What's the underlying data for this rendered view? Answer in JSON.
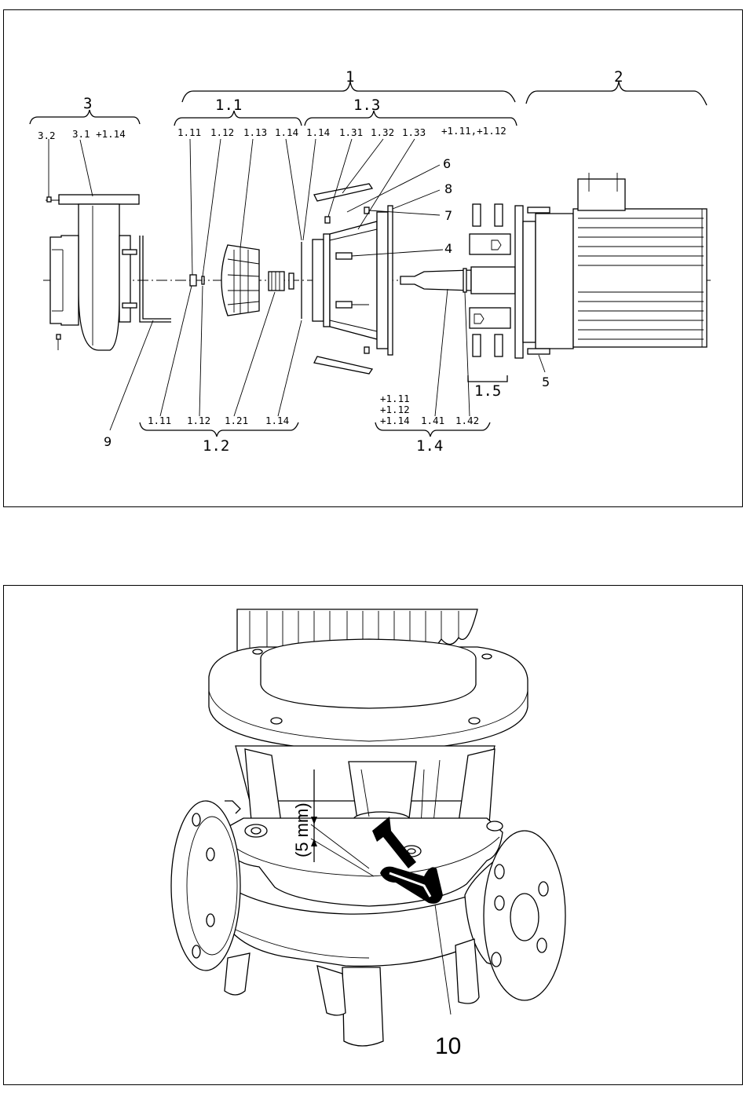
{
  "top_diagram": {
    "groups": [
      {
        "id": "g1",
        "label": "1"
      },
      {
        "id": "g2",
        "label": "2"
      },
      {
        "id": "g3",
        "label": "3"
      },
      {
        "id": "g11",
        "label": "1.1"
      },
      {
        "id": "g13",
        "label": "1.3"
      },
      {
        "id": "g12",
        "label": "1.2"
      },
      {
        "id": "g14",
        "label": "1.4"
      },
      {
        "id": "g15",
        "label": "1.5"
      }
    ],
    "labels_top": [
      "3.2",
      "3.1 +1.14",
      "1.11",
      "1.12",
      "1.13",
      "1.14",
      "1.14",
      "1.31",
      "1.32",
      "1.33",
      "+1.11,+1.12"
    ],
    "labels_bottom": [
      "1.11",
      "1.12",
      "1.21",
      "1.14",
      "+1.11",
      "+1.12",
      "+1.14",
      "1.41",
      "1.42"
    ],
    "callouts": [
      "6",
      "8",
      "7",
      "4",
      "5",
      "9"
    ]
  },
  "bottom_diagram": {
    "dimension_label": "(5 mm)",
    "callout": "10"
  }
}
